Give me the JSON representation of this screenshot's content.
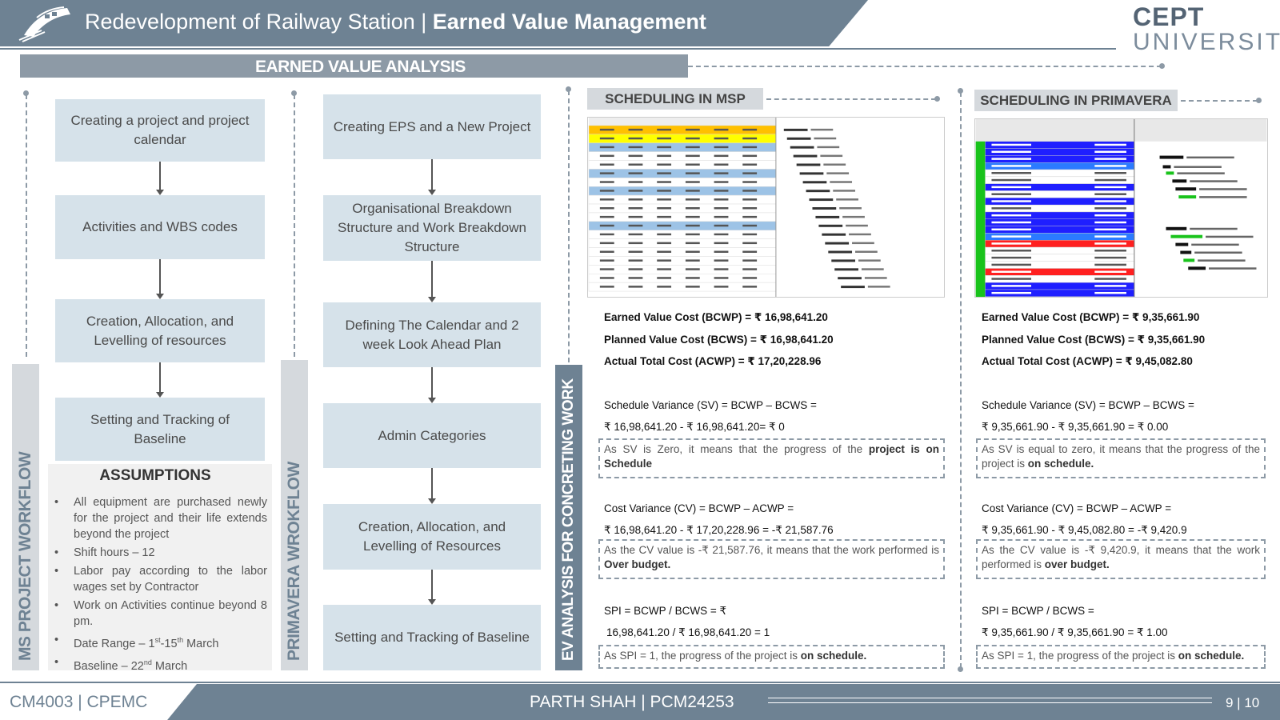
{
  "header": {
    "title_plain": "Redevelopment of Railway Station | ",
    "title_bold": "Earned Value Management",
    "logo_top": "CEPT",
    "logo_bottom": "UNIVERSITY"
  },
  "banner": {
    "label": "EARNED VALUE ANALYSIS"
  },
  "ms_workflow": {
    "side_label": "MS PROJECT WORKFLOW",
    "steps": [
      "Creating a project and project calendar",
      "Activities and WBS codes",
      "Creation, Allocation, and Levelling of resources",
      "Setting and Tracking of Baseline"
    ]
  },
  "assumptions": {
    "title": "ASSUMPTIONS",
    "items": [
      "All equipment are purchased newly for the project and their life extends beyond the project",
      "Shift hours – 12",
      "Labor pay according to the labor wages set by Contractor",
      "Work on Activities continue beyond 8 pm."
    ],
    "date_range": {
      "prefix": "Date Range – 1",
      "sup1": "st",
      "mid": "-15",
      "sup2": "th",
      "suffix": " March"
    },
    "baseline": {
      "prefix": "Baseline – 22",
      "sup": "nd",
      "suffix": " March"
    }
  },
  "primavera_workflow": {
    "side_label": "PRIMAVERA WROKFLOW",
    "steps": [
      "Creating EPS and a New Project",
      "Organisational Breakdown Structure and Work Breakdown Structure",
      "Defining The Calendar and 2 week Look Ahead Plan",
      "Admin Categories",
      "Creation, Allocation, and Levelling of Resources",
      "Setting and Tracking of Baseline"
    ]
  },
  "ev_side_label": "EV ANALYSIS FOR CONCRETING WORK",
  "msp": {
    "header": "SCHEDULING IN MSP",
    "ev_cost": "Earned Value Cost (BCWP) = ₹ 16,98,641.20",
    "pv_cost": "Planned Value Cost (BCWS) = ₹ 16,98,641.20",
    "ac_cost": "Actual Total Cost (ACWP) = ₹ 17,20,228.96",
    "sv_formula": "Schedule Variance (SV) = BCWP – BCWS =",
    "sv_calc": "₹ 16,98,641.20 - ₹ 16,98,641.20= ₹ 0",
    "sv_note_plain": "As SV is Zero, it means that the progress of the ",
    "sv_note_bold": "project is on Schedule",
    "cv_formula": "Cost Variance (CV) = BCWP – ACWP =",
    "cv_calc": "₹ 16,98,641.20 - ₹ 17,20,228.96 = -₹ 21,587.76",
    "cv_note_plain": "As the CV value is -₹ 21,587.76, it means that the work performed is ",
    "cv_note_bold": "Over budget.",
    "spi_formula": "SPI = BCWP / BCWS = ₹",
    "spi_calc": "16,98,641.20 / ₹ 16,98,641.20 = 1",
    "spi_note_plain": "As SPI = 1, the progress of the project is ",
    "spi_note_bold": "on schedule."
  },
  "primavera": {
    "header": "SCHEDULING IN PRIMAVERA",
    "ev_cost": "Earned Value Cost (BCWP) = ₹ 9,35,661.90",
    "pv_cost": "Planned Value Cost (BCWS) = ₹ 9,35,661.90",
    "ac_cost": "Actual Total Cost (ACWP) = ₹ 9,45,082.80",
    "sv_formula": "Schedule Variance (SV) = BCWP – BCWS =",
    "sv_calc": "₹ 9,35,661.90 - ₹ 9,35,661.90 = ₹ 0.00",
    "sv_note_plain": "As SV is equal to zero, it means that the progress of the project is ",
    "sv_note_bold": "on schedule.",
    "cv_formula": "Cost Variance (CV) = BCWP – ACWP =",
    "cv_calc": "₹ 9,35,661.90 - ₹ 9,45,082.80 = -₹ 9,420.9",
    "cv_note_plain": "As the CV value is -₹ 9,420.9, it means that the work performed is ",
    "cv_note_bold": "over budget.",
    "spi_formula": "SPI = BCWP / BCWS =",
    "spi_calc": "₹ 9,35,661.90 / ₹ 9,35,661.90 = ₹ 1.00",
    "spi_note_plain": "As SPI = 1, the progress of the project is ",
    "spi_note_bold": "on schedule."
  },
  "footer": {
    "course": "CM4003 | CPEMC",
    "author": "PARTH SHAH | PCM24253",
    "page": "9 | 10"
  },
  "colors": {
    "slate": "#6e8293",
    "banner": "#8d9aa6",
    "box": "#d6e2ea",
    "side_light": "#d5d9dd"
  }
}
